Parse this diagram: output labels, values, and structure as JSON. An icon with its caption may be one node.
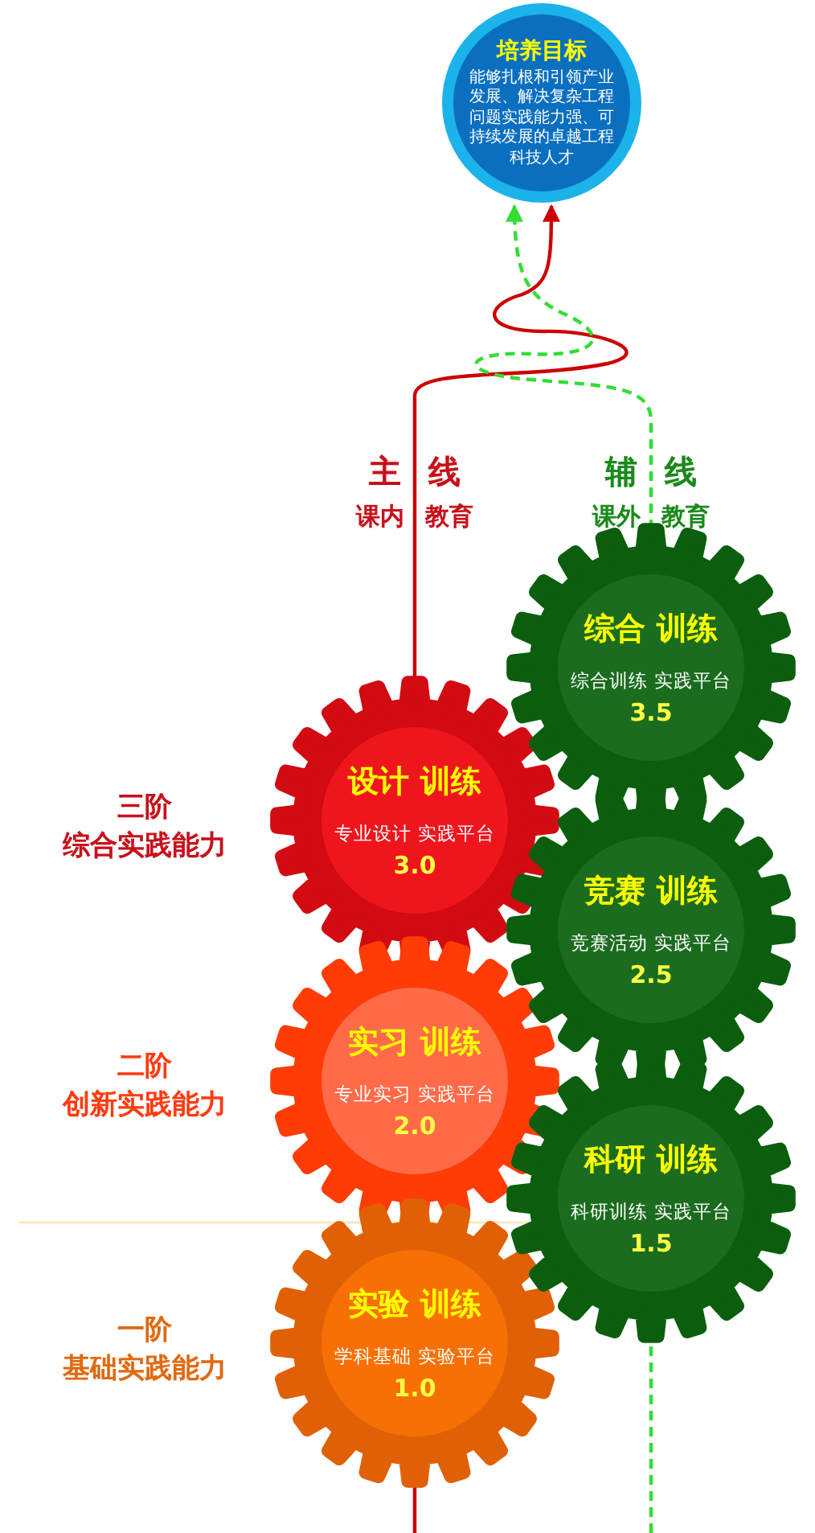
{
  "diagram": {
    "nodes": [
      {
        "text": [
          "培养目标",
          "能够扎根和引领产业发展、解决复杂工程问题实践能力强、可持续发展的卓越工程科技人才"
        ]
      },
      {
        "text": [
          "设计 训练",
          "专业设计 实践平台",
          "3.0"
        ]
      },
      {
        "text": [
          "实习 训练",
          "专业实习 实践平台",
          "2.0"
        ]
      },
      {
        "text": [
          "实验 训练",
          "学科基础 实验平台",
          "1.0"
        ]
      },
      {
        "text": [
          "综合 训练",
          "综合训练 实践平台",
          "3.5"
        ]
      },
      {
        "text": [
          "竞赛 训练",
          "竞赛活动 实践平台",
          "2.5"
        ]
      },
      {
        "text": [
          "科研 训练",
          "科研训练 实践平台",
          "1.5"
        ]
      }
    ],
    "edges": [
      {
        "from": 1,
        "to": 0,
        "arrow": "to",
        "color": "#cc0000"
      },
      {
        "from": 4,
        "to": 0,
        "arrow": "to",
        "style": "dashed",
        "color": "#33dd33"
      },
      {
        "from": null,
        "to": 3,
        "arrow": "none",
        "color": "#cc0000"
      },
      {
        "from": null,
        "to": 6,
        "arrow": "none",
        "style": "dashed",
        "color": "#33dd33"
      }
    ],
    "labels": [
      "主 线",
      "课内 教育",
      "辅 线",
      "课外 教育",
      "三阶",
      "综合实践能力",
      "二阶",
      "创新实践能力",
      "一阶",
      "基础实践能力"
    ]
  }
}
